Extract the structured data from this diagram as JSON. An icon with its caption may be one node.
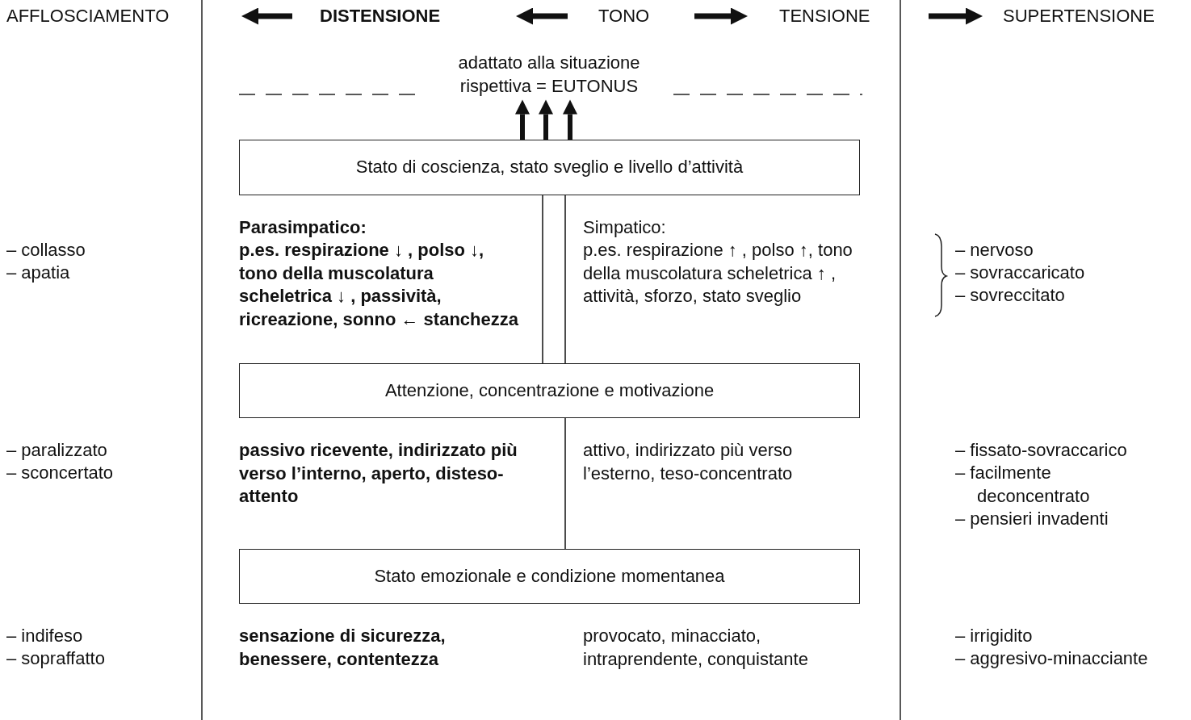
{
  "diagram": {
    "nodes": [
      {
        "text": [
          "adattato alla situazione rispettiva = EUTONUS"
        ]
      },
      {
        "text": [
          "Stato di coscienza, stato sveglio e livello d’attività"
        ]
      },
      {
        "text": [
          "Attenzione, concentrazione e motivazione"
        ]
      },
      {
        "text": [
          "Stato emozionale e condizione momentanea"
        ]
      }
    ],
    "edges": [
      {
        "from": 1,
        "to": 0,
        "arrow": "to",
        "style": "thick"
      },
      {
        "from": 1,
        "to": 0,
        "arrow": "to",
        "style": "thick"
      },
      {
        "from": 1,
        "to": 0,
        "arrow": "to",
        "style": "thick"
      },
      {
        "from": 1,
        "to": 2,
        "arrow": "none"
      },
      {
        "from": 1,
        "to": 2,
        "arrow": "none"
      },
      {
        "from": 2,
        "to": 3,
        "arrow": "none"
      }
    ],
    "labels": [
      "AFFLOSCIAMENTO",
      "DISTENSIONE",
      "TONO",
      "TENSIONE",
      "SUPERTENSIONE",
      "– collasso",
      "– apatia",
      "Parasimpatico:",
      "p.es. respirazione ↓ , polso ↓, tono della muscolatura scheletrica ↓ , passività, ricreazione, sonno ← stanchezza",
      "Simpatico:",
      "p.es. respirazione ↑ , polso ↑, tono della muscolatura scheletrica ↑ , attività, sforzo, stato sveglio",
      "– nervoso",
      "– sovraccaricato",
      "– sovreccitato",
      "– paralizzato",
      "– sconcertato",
      "passivo ricevente, indirizzato più verso l’interno, aperto, disteso-attento",
      "attivo, indirizzato più verso l’esterno, teso-concentrato",
      "– fissato-sovraccarico",
      "– facilmente deconcentrato",
      "– pensieri invadenti",
      "– indifeso",
      "– sopraffatto",
      "sensazione di sicurezza, benessere, contentezza",
      "provocato, minacciato, intraprendente, conquistante",
      "– irrigidito",
      "– aggresivo-minacciante"
    ]
  }
}
